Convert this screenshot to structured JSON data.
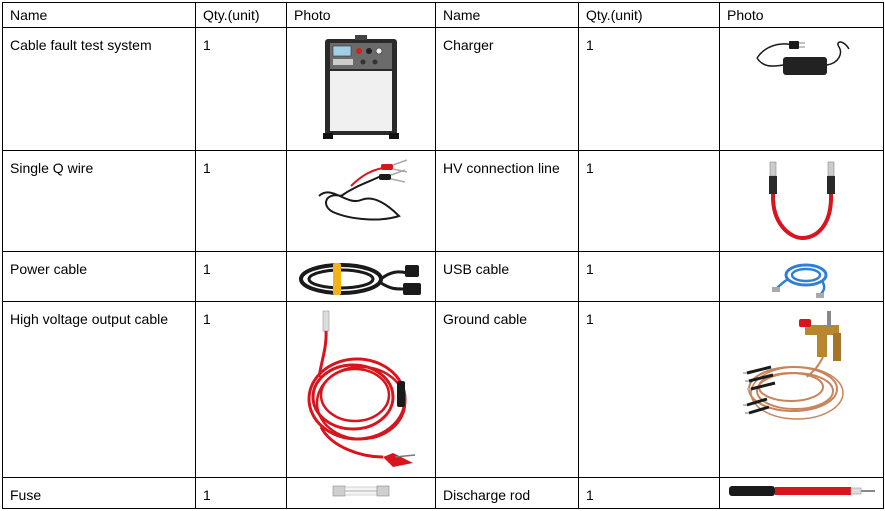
{
  "table": {
    "headers": [
      "Name",
      "Qty.(unit)",
      "Photo",
      "Name",
      "Qty.(unit)",
      "Photo"
    ],
    "rows": [
      {
        "left": {
          "name": "Cable fault test system",
          "qty": "1",
          "photo": "test-system-unit-photo"
        },
        "right": {
          "name": "Charger",
          "qty": "1",
          "photo": "charger-photo"
        }
      },
      {
        "left": {
          "name": "Single Q wire",
          "qty": "1",
          "photo": "q-wire-photo"
        },
        "right": {
          "name": "HV connection line",
          "qty": "1",
          "photo": "hv-connection-line-photo"
        }
      },
      {
        "left": {
          "name": "Power cable",
          "qty": "1",
          "photo": "power-cable-photo"
        },
        "right": {
          "name": "USB cable",
          "qty": "1",
          "photo": "usb-cable-photo"
        }
      },
      {
        "left": {
          "name": "High voltage output cable",
          "qty": "1",
          "photo": "hv-output-cable-photo"
        },
        "right": {
          "name": "Ground cable",
          "qty": "1",
          "photo": "ground-cable-photo"
        }
      },
      {
        "left": {
          "name": "Fuse",
          "qty": "1",
          "photo": "fuse-photo"
        },
        "right": {
          "name": "Discharge rod",
          "qty": "1",
          "photo": "discharge-rod-photo"
        }
      }
    ]
  },
  "colors": {
    "border": "#000000",
    "cable_red": "#d8141c",
    "cable_black": "#1a1a1a",
    "copper": "#c8845a"
  }
}
